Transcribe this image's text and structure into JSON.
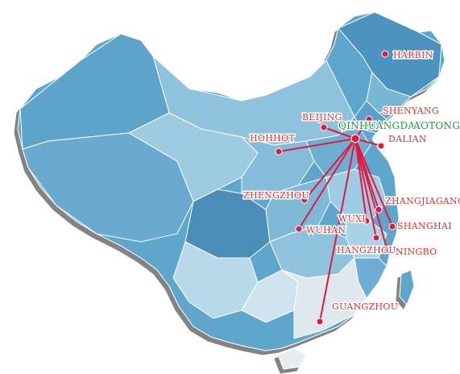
{
  "hub": {
    "name": "QINHUANGDAO",
    "company": "AOTONG",
    "label_color": "#1f9a3a"
  },
  "route_color": "#e5173f",
  "label_color": "#e0312e",
  "cities": [
    {
      "key": "harbin",
      "name": "HARBIN"
    },
    {
      "key": "shenyang",
      "name": "SHENYANG"
    },
    {
      "key": "beijing",
      "name": "BEIJING"
    },
    {
      "key": "dalian",
      "name": "DALIAN"
    },
    {
      "key": "hohhot",
      "name": "HOHHOT"
    },
    {
      "key": "zhengzhou",
      "name": "ZHENGZHOU"
    },
    {
      "key": "zhangjiagang",
      "name": "ZHANGJIAGANG"
    },
    {
      "key": "wuxi",
      "name": "WUXI"
    },
    {
      "key": "shanghai",
      "name": "SHANGHAI"
    },
    {
      "key": "wuhan",
      "name": "WUHAN"
    },
    {
      "key": "hangzhou",
      "name": "HANGZHOU"
    },
    {
      "key": "ningbo",
      "name": "NINGBO"
    },
    {
      "key": "guangzhou",
      "name": "GUANGZHOU"
    }
  ]
}
